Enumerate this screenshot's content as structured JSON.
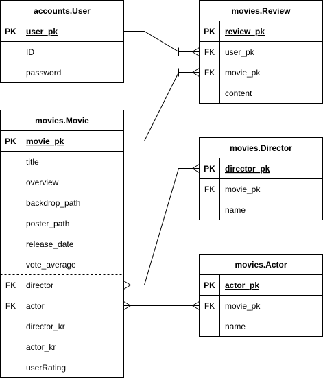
{
  "entities": {
    "user": {
      "title": "accounts.User",
      "pk_label": "PK",
      "pk_field": "user_pk",
      "fields": [
        "ID",
        "password"
      ]
    },
    "review": {
      "title": "movies.Review",
      "pk_label": "PK",
      "pk_field": "review_pk",
      "fk_label": "FK",
      "fk_fields": [
        "user_pk",
        "movie_pk"
      ],
      "fields": [
        "content"
      ]
    },
    "movie": {
      "title": "movies.Movie",
      "pk_label": "PK",
      "pk_field": "movie_pk",
      "fields": [
        "title",
        "overview",
        "backdrop_path",
        "poster_path",
        "release_date",
        "vote_average"
      ],
      "fk_label": "FK",
      "fk_fields": [
        "director",
        "actor"
      ],
      "extra_fields": [
        "director_kr",
        "actor_kr",
        "userRating"
      ]
    },
    "director": {
      "title": "movies.Director",
      "pk_label": "PK",
      "pk_field": "director_pk",
      "fk_label": "FK",
      "fk_fields": [
        "movie_pk"
      ],
      "fields": [
        "name"
      ]
    },
    "actor": {
      "title": "movies.Actor",
      "pk_label": "PK",
      "pk_field": "actor_pk",
      "fk_label": "FK",
      "fk_fields": [
        "movie_pk"
      ],
      "fields": [
        "name"
      ]
    }
  },
  "relationships": [
    {
      "from": "accounts.User.user_pk",
      "to": "movies.Review.user_pk",
      "cardinality": "one-to-many"
    },
    {
      "from": "movies.Movie.movie_pk",
      "to": "movies.Review.movie_pk",
      "cardinality": "one-to-many"
    },
    {
      "from": "movies.Movie.director",
      "to": "movies.Director.director_pk",
      "cardinality": "many-to-many"
    },
    {
      "from": "movies.Movie.actor",
      "to": "movies.Actor.actor_pk",
      "cardinality": "many-to-many"
    }
  ]
}
